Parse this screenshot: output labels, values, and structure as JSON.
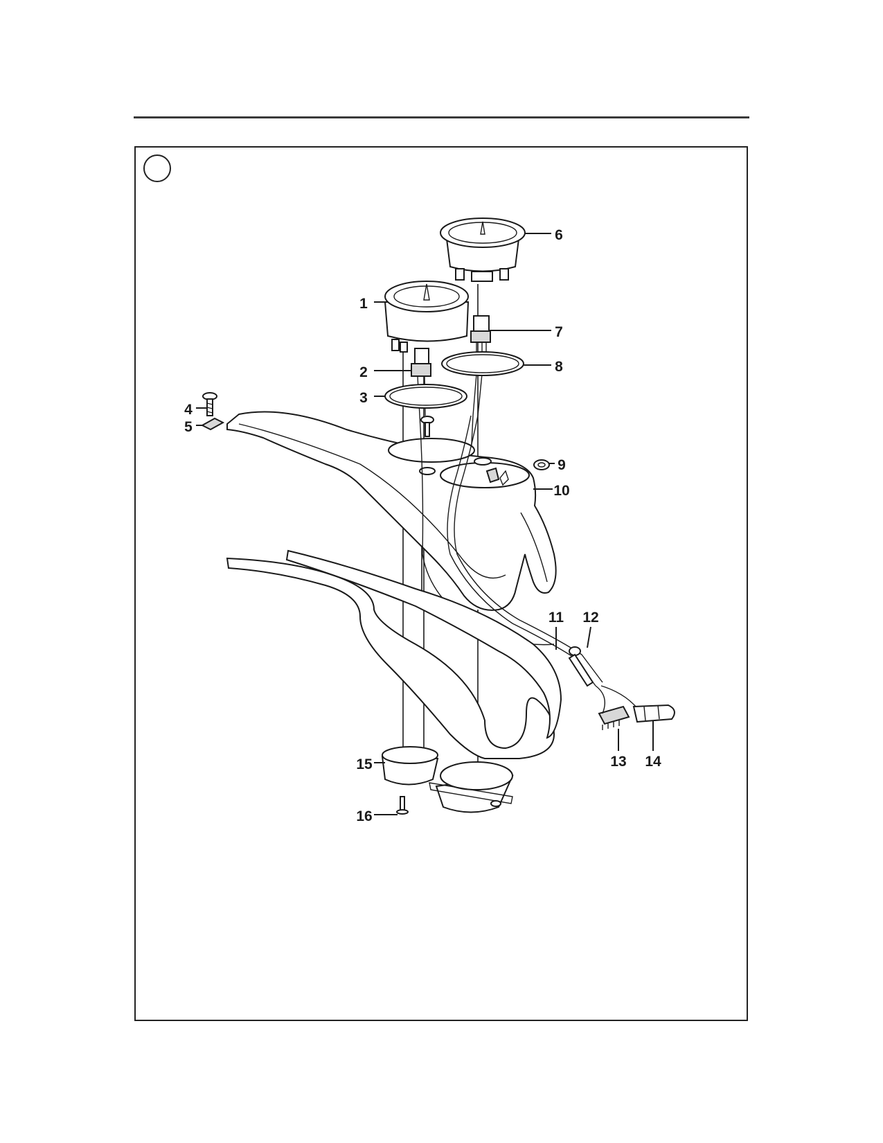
{
  "figure": {
    "marker_label": "",
    "callouts": [
      {
        "id": "1",
        "label": "1"
      },
      {
        "id": "2",
        "label": "2"
      },
      {
        "id": "3",
        "label": "3"
      },
      {
        "id": "4",
        "label": "4"
      },
      {
        "id": "5",
        "label": "5"
      },
      {
        "id": "6",
        "label": "6"
      },
      {
        "id": "7",
        "label": "7"
      },
      {
        "id": "8",
        "label": "8"
      },
      {
        "id": "9",
        "label": "9"
      },
      {
        "id": "10",
        "label": "10"
      },
      {
        "id": "11",
        "label": "11"
      },
      {
        "id": "12",
        "label": "12"
      },
      {
        "id": "13",
        "label": "13"
      },
      {
        "id": "14",
        "label": "14"
      },
      {
        "id": "15",
        "label": "15"
      },
      {
        "id": "16",
        "label": "16"
      }
    ]
  },
  "colors": {
    "line": "#1a1a1a",
    "part_shade": "#d8d8d8",
    "background": "#ffffff"
  }
}
